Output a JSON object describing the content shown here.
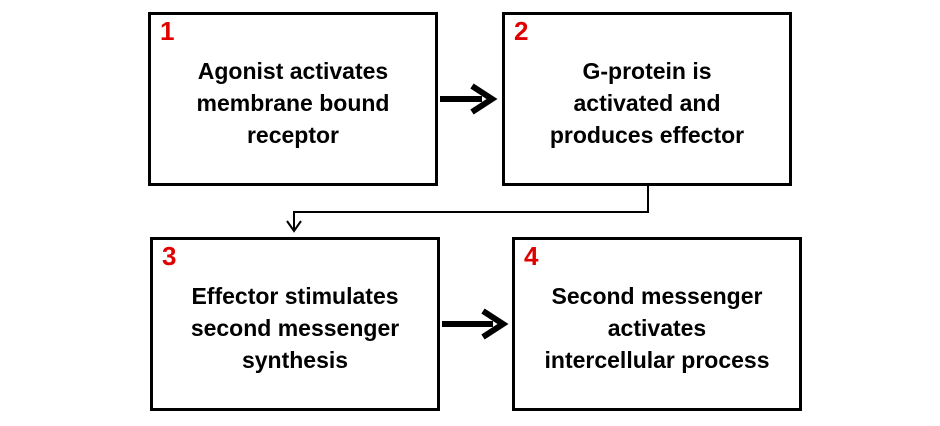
{
  "diagram": {
    "steps": [
      {
        "number": "1",
        "lines": [
          "Agonist activates",
          "membrane bound",
          "receptor"
        ]
      },
      {
        "number": "2",
        "lines": [
          "G-protein is",
          "activated and",
          "produces effector"
        ]
      },
      {
        "number": "3",
        "lines": [
          "Effector stimulates",
          "second messenger",
          "synthesis"
        ]
      },
      {
        "number": "4",
        "lines": [
          "Second messenger",
          "activates",
          "intercellular process"
        ]
      }
    ],
    "colors": {
      "number": "#e00000",
      "border": "#000000",
      "text": "#000000",
      "background": "#ffffff"
    }
  }
}
